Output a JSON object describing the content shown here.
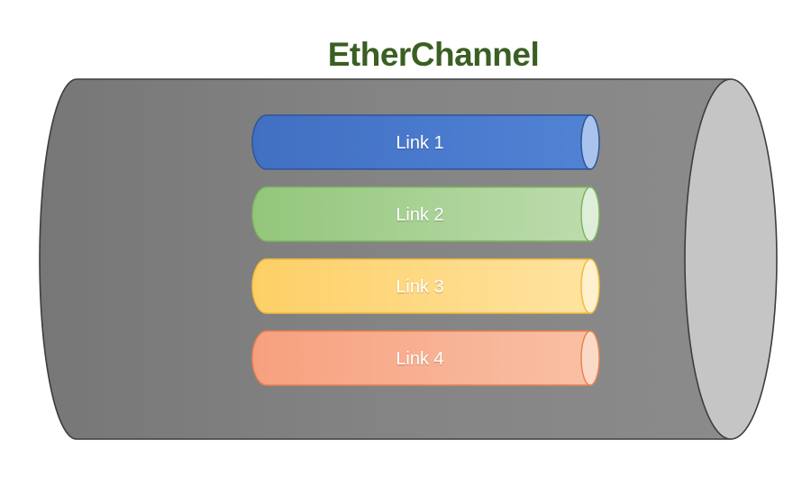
{
  "title": {
    "text": "EtherChannel",
    "color": "#3A5F23"
  },
  "channel": {
    "name": "EtherChannel bundle cylinder",
    "body_color_start": "#777777",
    "body_color_mid": "#848484",
    "body_color_end": "#8B8B8B",
    "cap_color": "#C5C5C5",
    "outline_color": "#3D3D3D"
  },
  "links": [
    {
      "label": "Link 1",
      "body_start": "#4170C3",
      "body_end": "#5182D4",
      "cap": "#A9C3EE",
      "border": "#2E5596",
      "text_color": "#FFFFFF"
    },
    {
      "label": "Link 2",
      "body_start": "#93C67B",
      "body_end": "#BDDCAD",
      "cap": "#DFEED8",
      "border": "#7EB561",
      "text_color": "#FFFFFF"
    },
    {
      "label": "Link 3",
      "body_start": "#FECF66",
      "body_end": "#FFE3A0",
      "cap": "#FFF1CE",
      "border": "#F2BA3D",
      "text_color": "#FFFFFF"
    },
    {
      "label": "Link 4",
      "body_start": "#F7A07E",
      "body_end": "#F9C0A4",
      "cap": "#FBD9C7",
      "border": "#EA8254",
      "text_color": "#FFFFFF"
    }
  ]
}
